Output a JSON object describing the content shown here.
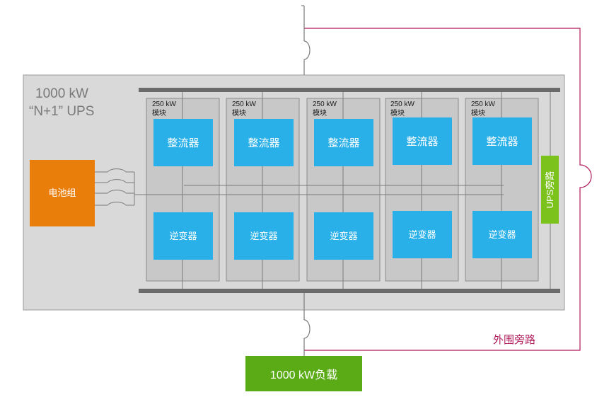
{
  "colors": {
    "enclosure": "#d9d9d9",
    "module_fill": "#c8c8c8",
    "component_blue": "#29b0e8",
    "battery_orange": "#ea7e0b",
    "bypass_green": "#7cc21c",
    "load_green": "#5aab16",
    "external_bypass": "#b0195a",
    "bus_bar": "#6b6b6b"
  },
  "ups": {
    "title_line1": "1000 kW",
    "title_line2": "“N+1” UPS"
  },
  "battery": {
    "label": "电池组"
  },
  "modules": [
    {
      "label_line1": "250 kW",
      "label_line2": "模块",
      "rectifier": "整流器",
      "inverter": "逆变器"
    },
    {
      "label_line1": "250 kW",
      "label_line2": "模块",
      "rectifier": "整流器",
      "inverter": "逆变器"
    },
    {
      "label_line1": "250 kW",
      "label_line2": "模块",
      "rectifier": "整流器",
      "inverter": "逆变器"
    },
    {
      "label_line1": "250 kW",
      "label_line2": "模块",
      "rectifier": "整流器",
      "inverter": "逆变器"
    },
    {
      "label_line1": "250 kW",
      "label_line2": "模块",
      "rectifier": "整流器",
      "inverter": "逆变器"
    }
  ],
  "ups_bypass": {
    "label": "UPS旁路"
  },
  "external_bypass": {
    "label": "外围旁路"
  },
  "load": {
    "label": "1000 kW负载"
  }
}
